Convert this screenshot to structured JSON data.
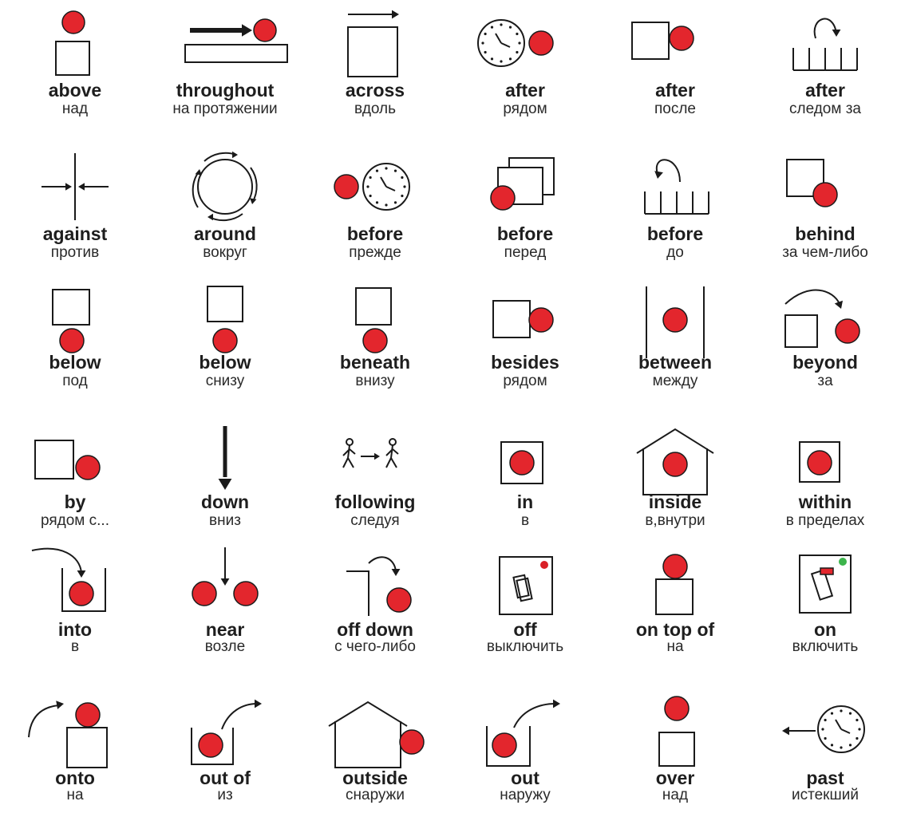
{
  "colors": {
    "accent": "#e3262d",
    "ink": "#1a1a1a",
    "switch_off_dot": "#d92027",
    "switch_on_dot": "#3cb44b"
  },
  "items": [
    {
      "id": "above",
      "en": "above",
      "ru": "над",
      "icon": "ball-above-box-icon"
    },
    {
      "id": "throughout",
      "en": "throughout",
      "ru": "на протяжении",
      "icon": "arrow-along-bar-icon"
    },
    {
      "id": "across",
      "en": "across",
      "ru": "вдоль",
      "icon": "arrow-over-box-icon"
    },
    {
      "id": "after-1",
      "en": "after",
      "ru": "рядом",
      "icon": "clock-ball-right-icon"
    },
    {
      "id": "after-2",
      "en": "after",
      "ru": "после",
      "icon": "box-ball-right-icon"
    },
    {
      "id": "after-3",
      "en": "after",
      "ru": "следом за",
      "icon": "arrow-down-into-bins-icon"
    },
    {
      "id": "against",
      "en": "against",
      "ru": "против",
      "icon": "arrows-against-line-icon"
    },
    {
      "id": "around",
      "en": "around",
      "ru": "вокруг",
      "icon": "circular-arrows-icon"
    },
    {
      "id": "before-1",
      "en": "before",
      "ru": "прежде",
      "icon": "ball-clock-right-icon"
    },
    {
      "id": "before-2",
      "en": "before",
      "ru": "перед",
      "icon": "ball-front-of-stack-icon"
    },
    {
      "id": "before-3",
      "en": "before",
      "ru": "до",
      "icon": "arrow-back-bins-icon"
    },
    {
      "id": "behind",
      "en": "behind",
      "ru": "за чем-либо",
      "icon": "ball-behind-box-icon"
    },
    {
      "id": "below-1",
      "en": "below",
      "ru": "под",
      "icon": "ball-under-box-icon"
    },
    {
      "id": "below-2",
      "en": "below",
      "ru": "снизу",
      "icon": "ball-below-box-icon"
    },
    {
      "id": "beneath",
      "en": "beneath",
      "ru": "внизу",
      "icon": "ball-beneath-box-icon"
    },
    {
      "id": "besides",
      "en": "besides",
      "ru": "рядом",
      "icon": "ball-beside-box-icon"
    },
    {
      "id": "between",
      "en": "between",
      "ru": "между",
      "icon": "ball-between-lines-icon"
    },
    {
      "id": "beyond",
      "en": "beyond",
      "ru": "за",
      "icon": "arrow-beyond-box-icon"
    },
    {
      "id": "by",
      "en": "by",
      "ru": "рядом с...",
      "icon": "ball-by-box-icon"
    },
    {
      "id": "down",
      "en": "down",
      "ru": "вниз",
      "icon": "arrow-down-icon"
    },
    {
      "id": "following",
      "en": "following",
      "ru": "следуя",
      "icon": "walking-figures-icon"
    },
    {
      "id": "in",
      "en": "in",
      "ru": "в",
      "icon": "ball-in-box-icon"
    },
    {
      "id": "inside",
      "en": "inside",
      "ru": "в,внутри",
      "icon": "ball-inside-house-icon"
    },
    {
      "id": "within",
      "en": "within",
      "ru": "в пределах",
      "icon": "ball-within-box-icon"
    },
    {
      "id": "into",
      "en": "into",
      "ru": "в",
      "icon": "arrow-into-container-icon"
    },
    {
      "id": "near",
      "en": "near",
      "ru": "возле",
      "icon": "two-balls-near-icon"
    },
    {
      "id": "off-down",
      "en": "off down",
      "ru": "с чего-либо",
      "icon": "ball-off-ledge-icon"
    },
    {
      "id": "off",
      "en": "off",
      "ru": "выключить",
      "icon": "switch-off-icon"
    },
    {
      "id": "on-top-of",
      "en": "on top of",
      "ru": "на",
      "icon": "ball-on-top-box-icon"
    },
    {
      "id": "on",
      "en": "on",
      "ru": "включить",
      "icon": "switch-on-icon"
    },
    {
      "id": "onto",
      "en": "onto",
      "ru": "на",
      "icon": "arrow-onto-box-icon"
    },
    {
      "id": "out-of",
      "en": "out of",
      "ru": "из",
      "icon": "arrow-out-of-container-icon"
    },
    {
      "id": "outside",
      "en": "outside",
      "ru": "снаружи",
      "icon": "ball-outside-house-icon"
    },
    {
      "id": "out",
      "en": "out",
      "ru": "наружу",
      "icon": "arrow-out-container-icon"
    },
    {
      "id": "over",
      "en": "over",
      "ru": "над",
      "icon": "ball-over-box-icon"
    },
    {
      "id": "past",
      "en": "past",
      "ru": "истекший",
      "icon": "clock-arrow-left-icon"
    }
  ]
}
